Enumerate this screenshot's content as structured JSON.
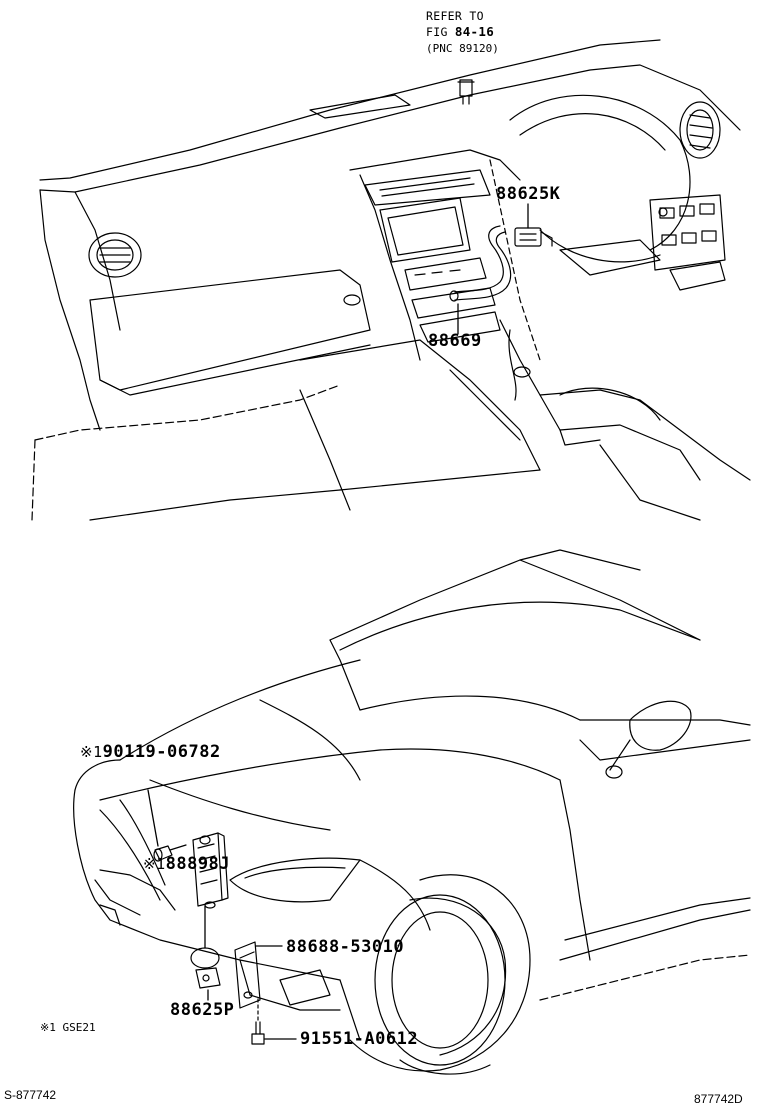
{
  "reference": {
    "line1": "REFER TO",
    "line2_prefix": "FIG ",
    "line2_value": "84-16",
    "line3": "(PNC 89120)"
  },
  "parts": {
    "p88625K": "88625K",
    "p88669": "88669",
    "p90119": "90119-06782",
    "p88898J": "88898J",
    "p88688": "88688-53010",
    "p88625P": "88625P",
    "p91551": "91551-A0612"
  },
  "note_marker": "※1",
  "footnote": {
    "marker": "※1",
    "text": "GSE21"
  },
  "footer": {
    "left": "S-877742",
    "right": "877742D"
  }
}
